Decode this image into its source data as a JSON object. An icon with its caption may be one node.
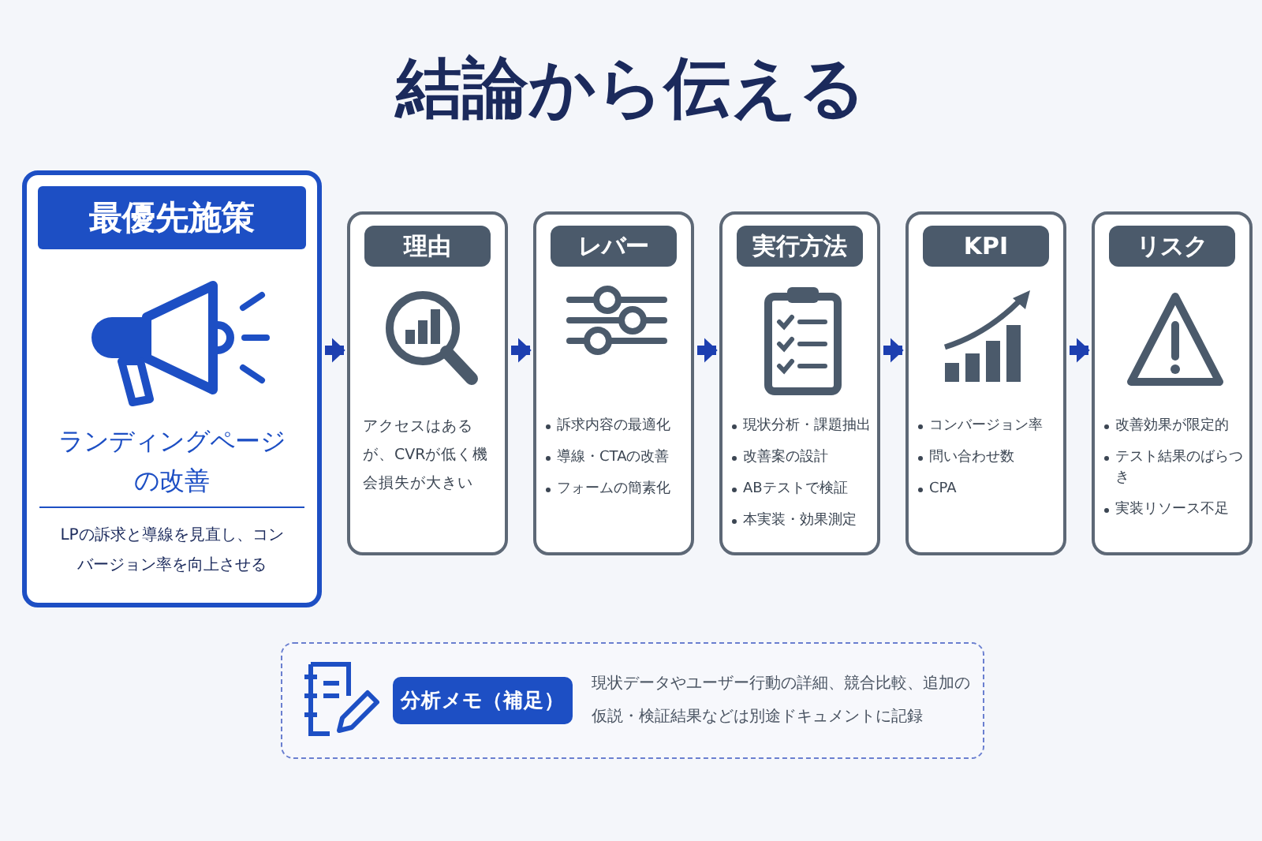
{
  "diagram": {
    "title": "結論から伝える",
    "nodes": [
      {
        "text": [
          "最優先施策",
          "ランディングページの改善",
          "LPの訴求と導線を見直し、コンバージョン率を向上させる"
        ]
      },
      {
        "text": [
          "理由",
          "アクセスはあるが、CVRが低く機会損失が大きい"
        ]
      },
      {
        "text": [
          "レバー",
          "訴求内容の最適化",
          "導線・CTAの改善",
          "フォームの簡素化"
        ]
      },
      {
        "text": [
          "実行方法",
          "現状分析・課題抽出",
          "改善案の設計",
          "ABテストで検証",
          "本実装・効果測定"
        ]
      },
      {
        "text": [
          "KPI",
          "コンバージョン率",
          "問い合わせ数",
          "CPA"
        ]
      },
      {
        "text": [
          "リスク",
          "改善効果が限定的",
          "テスト結果のばらつき",
          "実装リソース不足"
        ]
      },
      {
        "text": [
          "分析メモ（補足）",
          "現状データやユーザー行動の詳細、競合比較、追加の仮説・検証結果などは別途ドキュメントに記録"
        ]
      }
    ],
    "edges": [
      {
        "from": 0,
        "to": 1,
        "arrow": "to"
      },
      {
        "from": 1,
        "to": 2,
        "arrow": "to"
      },
      {
        "from": 2,
        "to": 3,
        "arrow": "to"
      },
      {
        "from": 3,
        "to": 4,
        "arrow": "to"
      },
      {
        "from": 4,
        "to": 5,
        "arrow": "to"
      }
    ]
  }
}
